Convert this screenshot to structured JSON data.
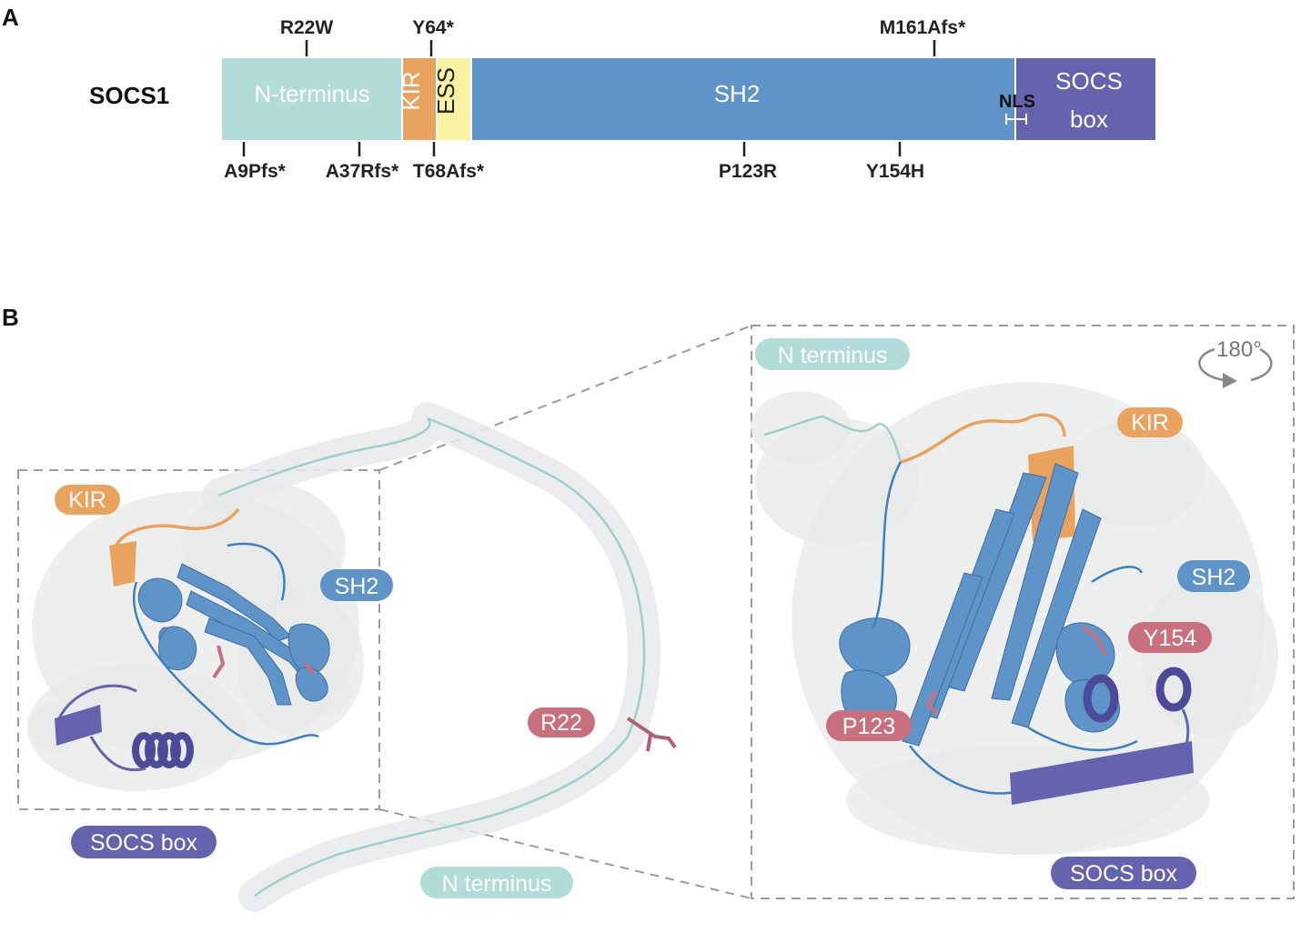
{
  "panels": {
    "a": "A",
    "b": "B"
  },
  "gene": "SOCS1",
  "domains": {
    "n_terminus": "N-terminus",
    "kir": "KIR",
    "ess": "ESS",
    "sh2": "SH2",
    "nls": "NLS",
    "socs_box_line1": "SOCS",
    "socs_box_line2": "box"
  },
  "mutations_top": [
    "R22W",
    "Y64*",
    "M161Afs*"
  ],
  "mutations_bottom": [
    "A9Pfs*",
    "A37Rfs*",
    "T68Afs*",
    "P123R",
    "Y154H"
  ],
  "left_labels": {
    "kir": "KIR",
    "sh2": "SH2",
    "r22": "R22",
    "socs_box": "SOCS box",
    "n_terminus": "N terminus"
  },
  "right_labels": {
    "n_terminus": "N terminus",
    "rotation": "180°",
    "kir": "KIR",
    "sh2": "SH2",
    "y154": "Y154",
    "p123": "P123",
    "socs_box": "SOCS box"
  },
  "colors": {
    "n_terminus": "#b2dcd9",
    "kir": "#e9a35f",
    "ess": "#f9f2a2",
    "sh2": "#5f94c8",
    "socs_box": "#6563ad",
    "residue": "#c8707e",
    "surface": "#e7e9ea"
  }
}
